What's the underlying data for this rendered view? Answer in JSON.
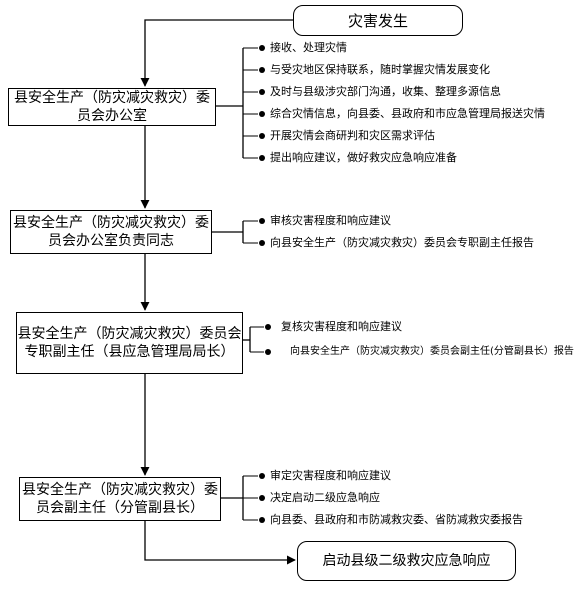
{
  "start": "灾害发生",
  "end": "启动县级二级救灾应急响应",
  "steps": [
    {
      "title": "县安全生产（防灾减灾救灾）委员会办公室",
      "actions": [
        "接收、处理灾情",
        "与受灾地区保持联系，随时掌握灾情发展变化",
        "及时与县级涉灾部门沟通，收集、整理多源信息",
        "综合灾情信息，向县委、县政府和市应急管理局报送灾情",
        "开展灾情会商研判和灾区需求评估",
        "提出响应建议，做好救灾应急响应准备"
      ]
    },
    {
      "title": "县安全生产（防灾减灾救灾）委员会办公室负责同志",
      "actions": [
        "审核灾害程度和响应建议",
        "向县安全生产（防灾减灾救灾）委员会专职副主任报告"
      ]
    },
    {
      "title": "县安全生产（防灾减灾救灾）委员会专职副主任（县应急管理局局长）",
      "actions": [
        "复核灾害程度和响应建议",
        "向县安全生产（防灾减灾救灾）委员会副主任(分管副县长）报告"
      ]
    },
    {
      "title": "县安全生产（防灾减灾救灾）委员会副主任（分管副县长）",
      "actions": [
        "审定灾害程度和响应建议",
        "决定启动二级应急响应",
        "向县委、县政府和市防减救灾委、省防减救灾委报告"
      ]
    }
  ]
}
